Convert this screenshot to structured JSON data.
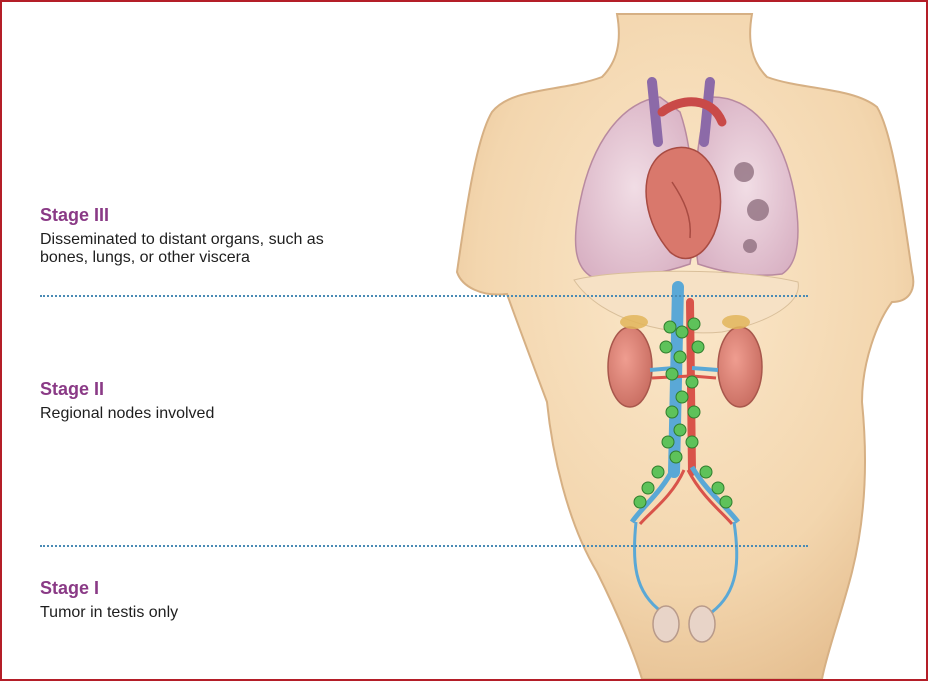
{
  "stages": [
    {
      "id": "stage-3",
      "title": "Stage III",
      "desc_lines": [
        "Disseminated to distant organs, such as",
        "bones, lungs, or other viscera"
      ]
    },
    {
      "id": "stage-2",
      "title": "Stage II",
      "desc_lines": [
        "Regional nodes involved"
      ]
    },
    {
      "id": "stage-1",
      "title": "Stage I",
      "desc_lines": [
        "Tumor in testis only"
      ]
    }
  ],
  "colors": {
    "frame": "#b41e28",
    "stage_title": "#8a3a86",
    "divider": "#4a8bb5",
    "skin": "#f5dcb6",
    "lung": "#ead0da",
    "kidney": "#d98278",
    "vessel_blue": "#5aa8d6",
    "vessel_red": "#d9534a",
    "lymph_node": "#5ec25a"
  },
  "icons": [
    "torso-illustration",
    "lung-icon",
    "heart-icon",
    "kidney-icon",
    "lymph-node-icon",
    "testis-icon"
  ]
}
